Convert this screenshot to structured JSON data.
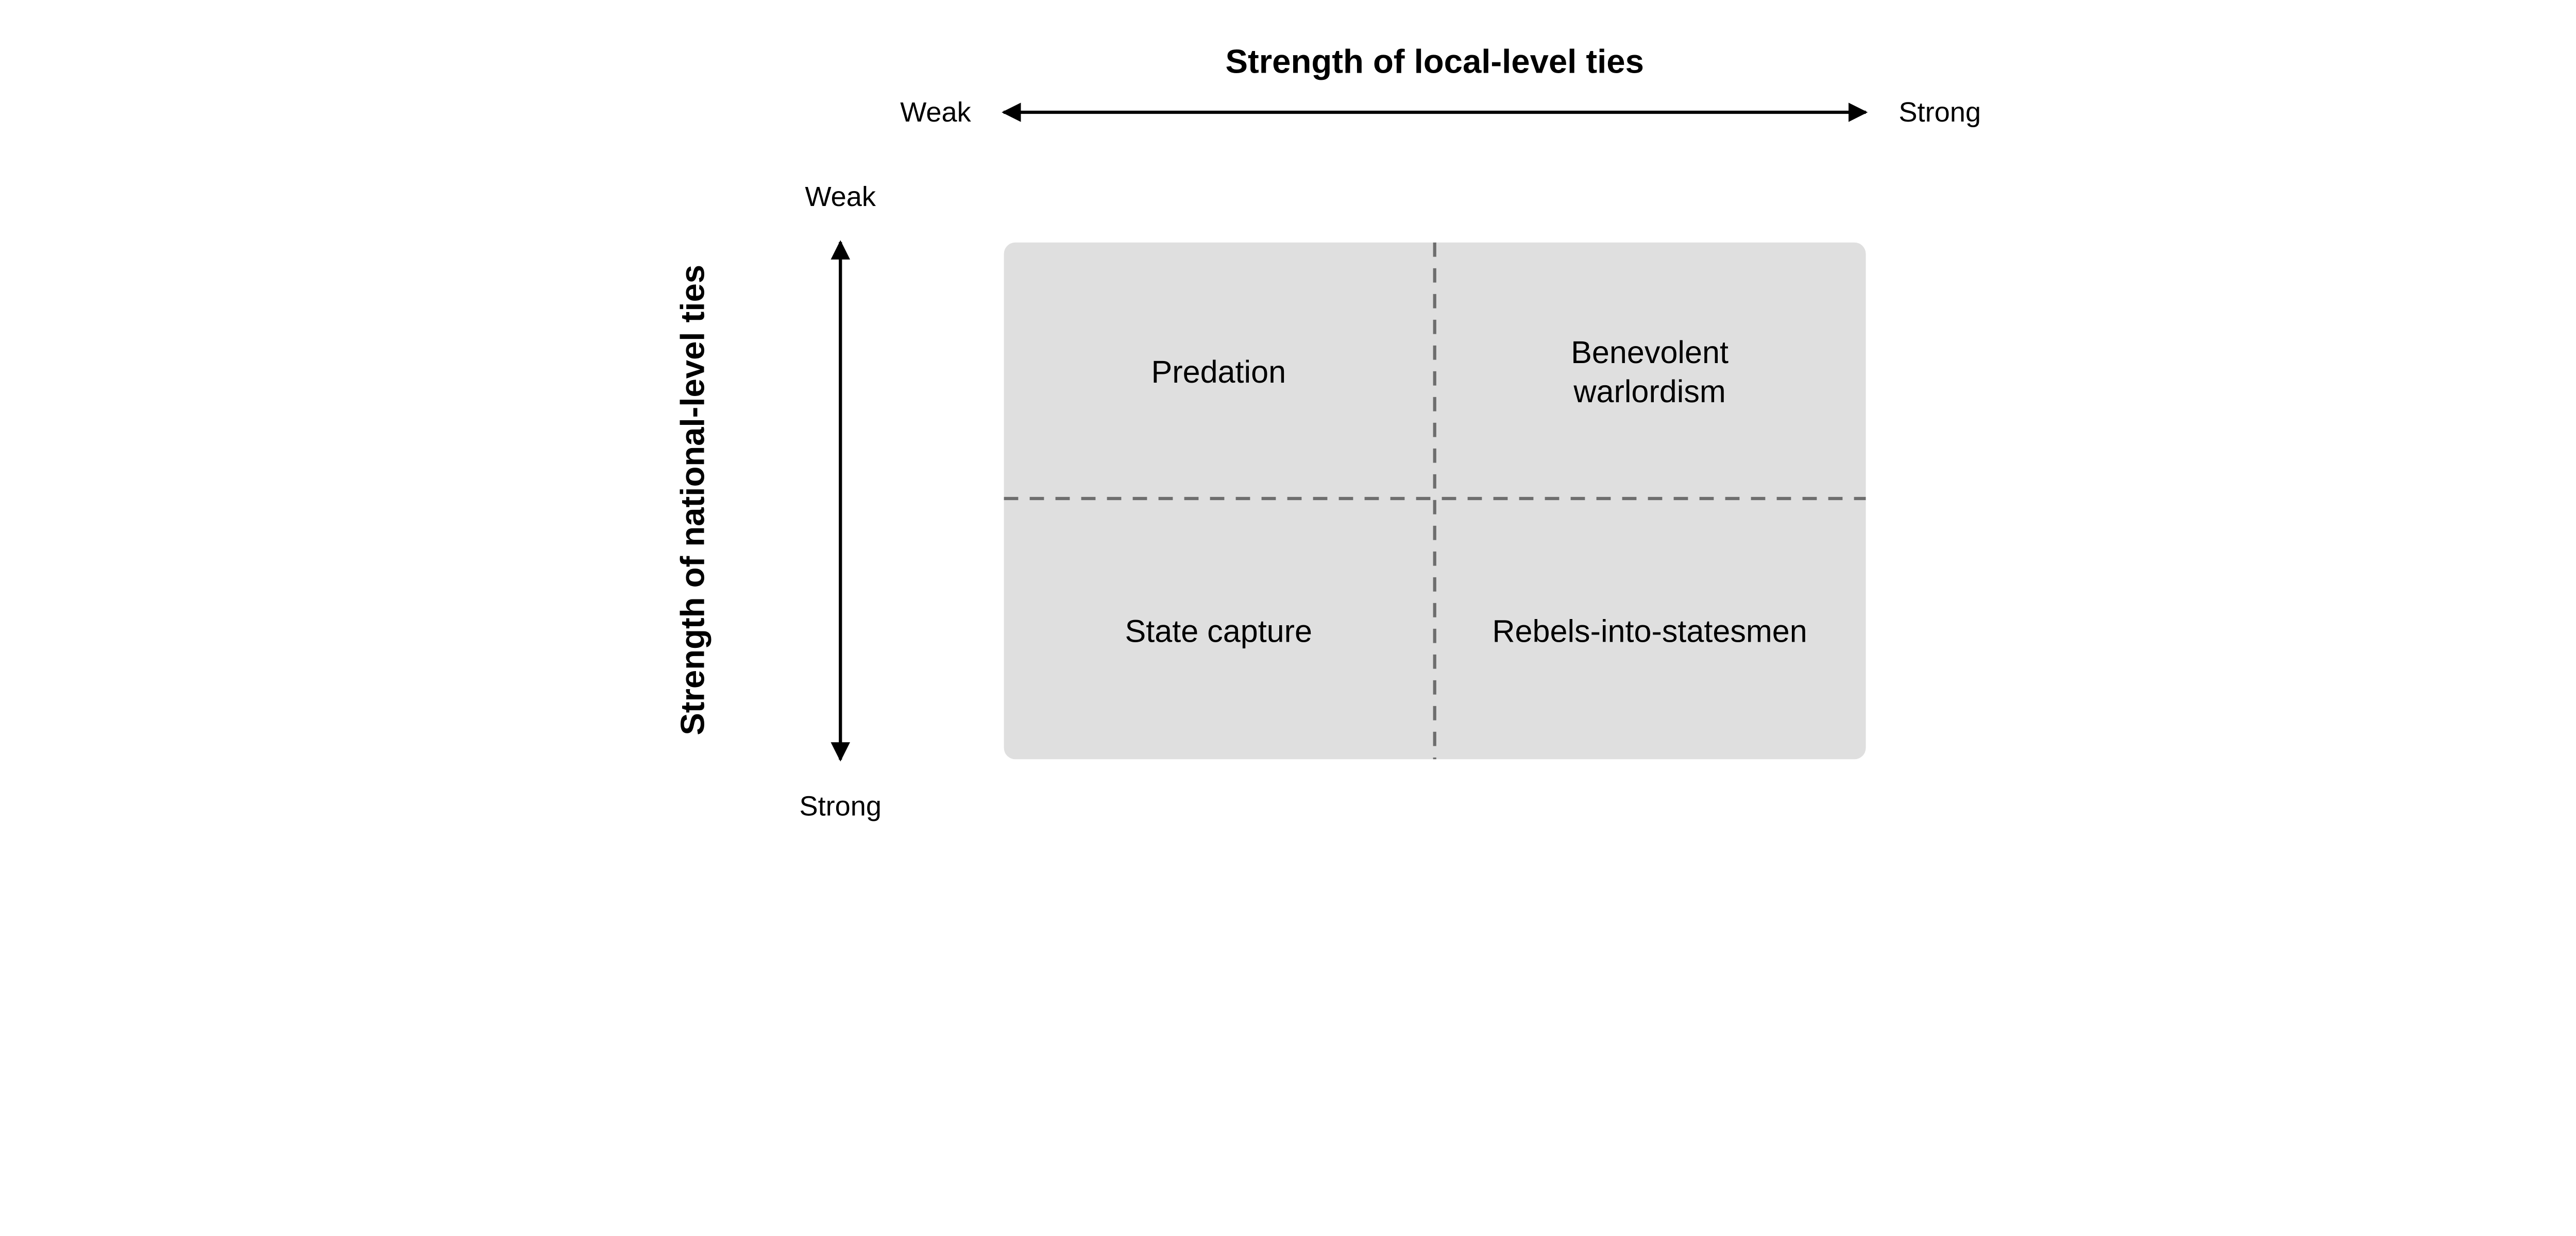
{
  "diagram": {
    "x_axis": {
      "title": "Strength of local-level ties",
      "low": "Weak",
      "high": "Strong"
    },
    "y_axis": {
      "title": "Strength of national-level ties",
      "low": "Weak",
      "high": "Strong"
    },
    "quadrants": {
      "top_left": {
        "lines": [
          "Predation"
        ]
      },
      "top_right": {
        "lines": [
          "Benevolent",
          "warlordism"
        ]
      },
      "bottom_left": {
        "lines": [
          "State capture"
        ]
      },
      "bottom_right": {
        "lines": [
          "Rebels-into-statesmen"
        ]
      }
    },
    "colors": {
      "box_fill": "#dfdfdf",
      "divider": "#6e6e6e",
      "arrow": "#000000"
    }
  }
}
